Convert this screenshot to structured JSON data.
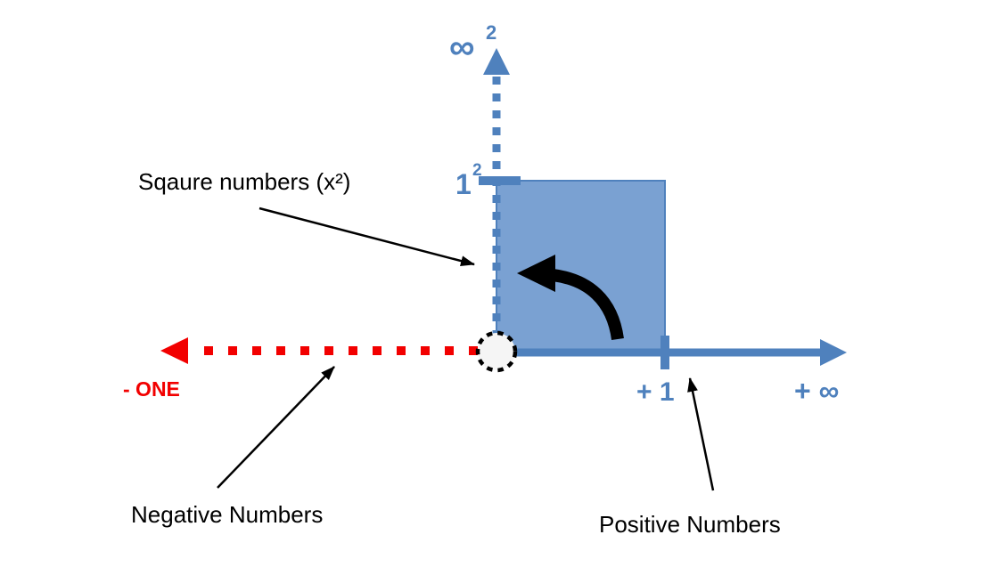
{
  "diagram": {
    "axes": {
      "vertical_label_base": "∞",
      "vertical_label_exp": "2",
      "tick_one_base": "1",
      "tick_one_exp": "2",
      "tick_plus_one": "+ 1",
      "horizontal_right_label": "+ ∞",
      "horizontal_left_label": "- ONE"
    },
    "annotations": {
      "square_numbers": "Sqaure numbers (x²)",
      "negative_numbers": "Negative Numbers",
      "positive_numbers": "Positive  Numbers"
    },
    "colors": {
      "axis_blue": "#4f81bd",
      "square_fill": "#7aa1d2",
      "square_stroke": "#4f81bd",
      "negative_red": "#f20000",
      "annotation_black": "#000000",
      "origin_circle_fill": "#f5f5f5"
    }
  }
}
